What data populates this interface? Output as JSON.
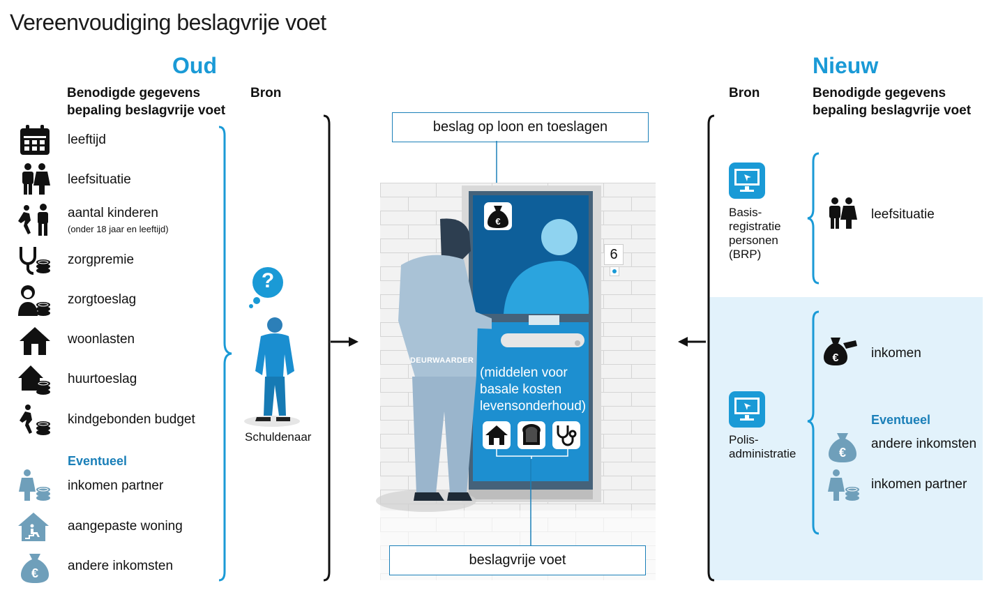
{
  "title": "Vereenvoudiging beslagvrije voet",
  "old": {
    "header": "Oud",
    "data_header_line1": "Benodigde gegevens",
    "data_header_line2": "bepaling beslagvrije voet",
    "source_header": "Bron",
    "items": [
      {
        "label": "leeftijd",
        "icon": "calendar-icon"
      },
      {
        "label": "leefsituatie",
        "icon": "couple-icon"
      },
      {
        "label": "aantal kinderen",
        "note": "(onder 18 jaar en leeftijd)",
        "icon": "running-child-icon"
      },
      {
        "label": "zorgpremie",
        "icon": "stethoscope-coins-icon"
      },
      {
        "label": "zorgtoeslag",
        "icon": "nurse-coins-icon"
      },
      {
        "label": "woonlasten",
        "icon": "house-icon"
      },
      {
        "label": "huurtoeslag",
        "icon": "house-coins-icon"
      },
      {
        "label": "kindgebonden budget",
        "icon": "child-coins-icon"
      }
    ],
    "optional_label": "Eventueel",
    "optional_items": [
      {
        "label": "inkomen partner",
        "icon": "woman-coins-icon"
      },
      {
        "label": "aangepaste woning",
        "icon": "accessible-home-icon"
      },
      {
        "label": "andere inkomsten",
        "icon": "money-bag-icon"
      }
    ],
    "source": "Schuldenaar",
    "source_bubble": "?"
  },
  "center": {
    "top_box": "beslag op loon en toeslagen",
    "bottom_box": "beslagvrije voet",
    "door_text_line1": "(middelen voor",
    "door_text_line2": "basale kosten",
    "door_text_line3": "levensonderhoud)",
    "house_number": "6",
    "bailiff_label": "DEURWAARDER"
  },
  "new": {
    "header": "Nieuw",
    "source_header": "Bron",
    "data_header_line1": "Benodigde gegevens",
    "data_header_line2": "bepaling beslagvrije voet",
    "sources": [
      {
        "lines": [
          "Basis-",
          "registratie",
          "personen",
          "(BRP)"
        ],
        "items": [
          {
            "label": "leefsituatie",
            "icon": "couple-icon"
          }
        ]
      },
      {
        "lines": [
          "Polis-",
          "administratie"
        ],
        "items": [
          {
            "label": "inkomen",
            "icon": "money-bag-tag-icon"
          }
        ]
      }
    ],
    "optional_label": "Eventueel",
    "optional_items": [
      {
        "label": "andere inkomsten",
        "icon": "money-bag-icon"
      },
      {
        "label": "inkomen partner",
        "icon": "woman-coins-icon"
      }
    ]
  },
  "colors": {
    "accent": "#1a9ad6",
    "dark_accent": "#1a7fb8",
    "panel": "#e2f2fb",
    "door": "#1d8fd0"
  }
}
